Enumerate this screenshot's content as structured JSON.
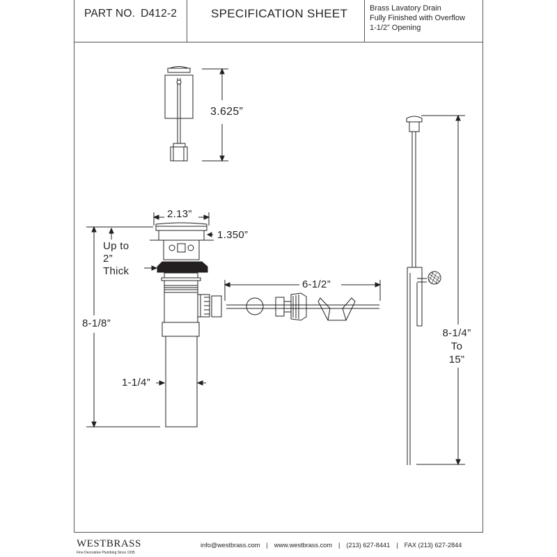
{
  "header": {
    "part_label": "PART NO.",
    "part_number": "D412-2",
    "title": "SPECIFICATION SHEET",
    "description": [
      "Brass Lavatory  Drain",
      "Fully Finished with Overflow",
      "1-1/2” Opening"
    ]
  },
  "dimensions": {
    "stopper_height": "3.625”",
    "flange_diameter": "2.13”",
    "flange_height": "1.350”",
    "counter_thickness": [
      "Up to",
      "2”",
      "Thick"
    ],
    "overall_length": "8-1/8”",
    "tailpiece_diameter": "1-1/4”",
    "pivot_rod_length": "6-1/2”",
    "lift_rod_length": [
      "8-1/4”",
      "To",
      "15”"
    ]
  },
  "footer": {
    "brand": "WESTBRASS",
    "tagline": "Fine Decorative Plumbing Since 1935",
    "email": "info@westbrass.com",
    "website": "www.westbrass.com",
    "phone": "(213) 627-8441",
    "fax": "FAX (213) 627-2844",
    "separator": "|"
  }
}
